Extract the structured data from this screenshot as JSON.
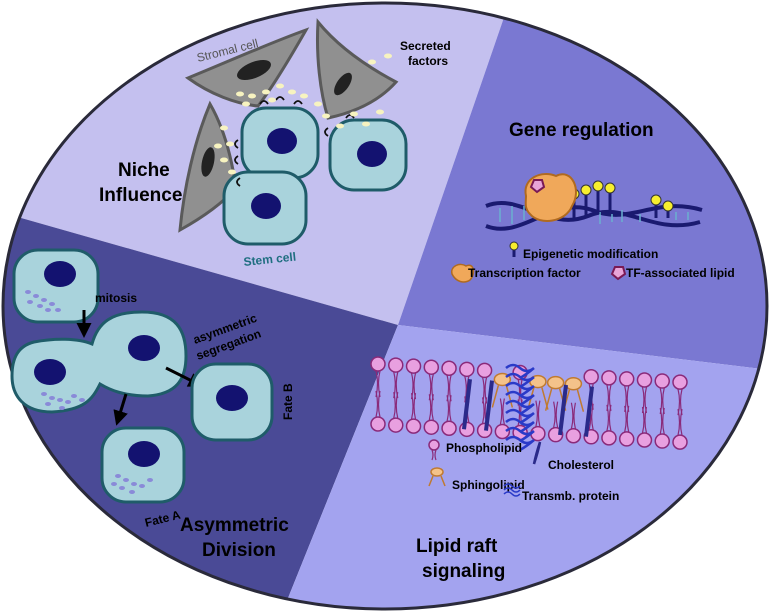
{
  "colors": {
    "niche_bg": "#c4c0ef",
    "gene_bg": "#7a78d2",
    "asym_bg": "#4a4a96",
    "lipid_bg": "#a3a3ef",
    "cell_fill": "#a9d3dc",
    "cell_stroke": "#1f5c69",
    "nucleus": "#131270",
    "stromal_fill": "#909090",
    "stromal_stroke": "#5a5a5a",
    "phospholipid": "#e8a0e0",
    "sphingolipid": "#f4c28a",
    "cholesterol": "#2a2a8a",
    "secreted": "#f7f3c0",
    "epigenetic": "#f7ee2e",
    "tf": "#f0a85a",
    "tf_lipid": "#e8a4d8"
  },
  "niche": {
    "title_line1": "Niche",
    "title_line2": "Influence",
    "stromal_cell": "Stromal cell",
    "secreted_line1": "Secreted",
    "secreted_line2": "factors",
    "stem_cell": "Stem cell"
  },
  "gene": {
    "title": "Gene regulation",
    "legend_epigenetic": "Epigenetic modification",
    "legend_tf": "Transcription factor",
    "legend_tf_lipid": "TF-associated lipid"
  },
  "asymmetric": {
    "mitosis": "mitosis",
    "segregation_line1": "asymmetric",
    "segregation_line2": "segregation",
    "fate_a": "Fate A",
    "fate_b": "Fate B",
    "title_line1": "Asymmetric",
    "title_line2": "Division"
  },
  "lipid": {
    "legend_phospholipid": "Phospholipid",
    "legend_cholesterol": "Cholesterol",
    "legend_sphingolipid": "Sphingolipid",
    "legend_protein": "Transmb. protein",
    "title_line1": "Lipid raft",
    "title_line2": "signaling"
  }
}
